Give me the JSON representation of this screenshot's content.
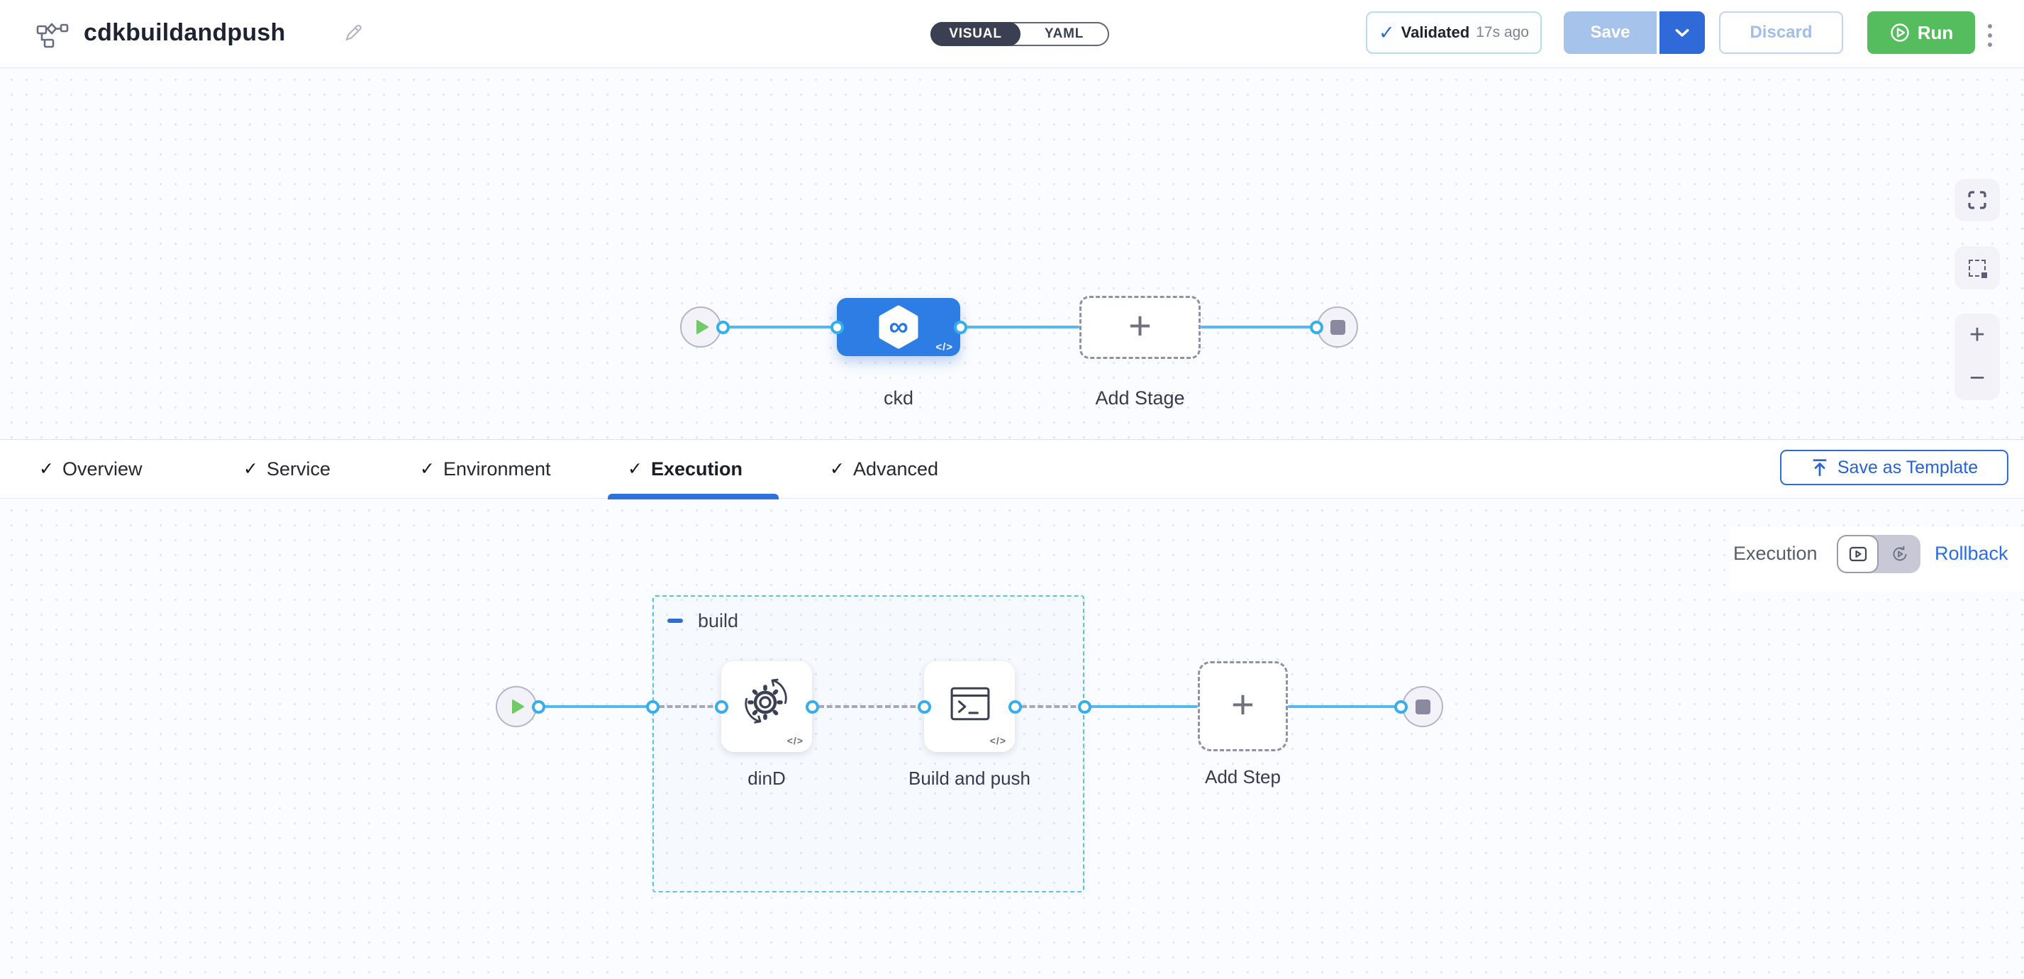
{
  "header": {
    "title": "cdkbuildandpush",
    "mode_toggle": {
      "visual": "VISUAL",
      "yaml": "YAML",
      "selected": "VISUAL"
    },
    "validation": {
      "status": "Validated",
      "time_ago": "17s ago"
    },
    "buttons": {
      "save": "Save",
      "discard": "Discard",
      "run": "Run"
    }
  },
  "stage_pipeline": {
    "stage_name": "ckd",
    "add_stage": "Add Stage"
  },
  "tabs": {
    "items": [
      {
        "label": "Overview",
        "checked": true
      },
      {
        "label": "Service",
        "checked": true
      },
      {
        "label": "Environment",
        "checked": true
      },
      {
        "label": "Execution",
        "checked": true,
        "active": true
      },
      {
        "label": "Advanced",
        "checked": true
      }
    ],
    "save_as_template": "Save as Template"
  },
  "execution": {
    "view_label": "Execution",
    "rollback_label": "Rollback",
    "group": {
      "name": "build"
    },
    "steps": [
      {
        "name": "dinD"
      },
      {
        "name": "Build and push"
      }
    ],
    "add_step": "Add Step"
  },
  "icons": {
    "checkmark": "✓",
    "plus": "+",
    "zoom_in": "+",
    "zoom_out": "−",
    "code_badge": "</>",
    "infinity": "∞"
  },
  "colors": {
    "stage_blue": "#2e7de4",
    "connector_blue": "#55b9f0",
    "run_green": "#56bd5f",
    "save_disabled_blue": "#a6c3eb",
    "caret_blue": "#2f6ad8",
    "group_dash_blue": "#56c4f1",
    "tab_underline_blue": "#2e72dd",
    "rollback_link_blue": "#2a6ee0"
  }
}
